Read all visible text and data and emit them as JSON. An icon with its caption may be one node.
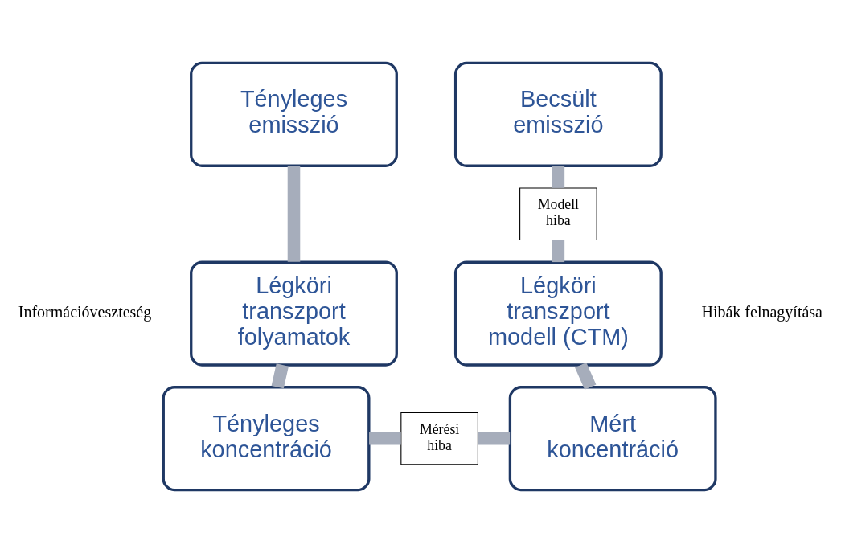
{
  "diagram": {
    "nodes": [
      {
        "text": [
          "Tényleges emisszió"
        ]
      },
      {
        "text": [
          "Becsült emisszió"
        ]
      },
      {
        "text": [
          "Modell hiba"
        ]
      },
      {
        "text": [
          "Légköri transzport folyamatok"
        ]
      },
      {
        "text": [
          "Légköri transzport modell (CTM)"
        ]
      },
      {
        "text": [
          "Mérési hiba"
        ]
      },
      {
        "text": [
          "Tényleges koncentráció"
        ]
      },
      {
        "text": [
          "Mért koncentráció"
        ]
      }
    ],
    "edges": [
      {
        "from": 0,
        "to": 3,
        "arrow": "none"
      },
      {
        "from": 3,
        "to": 6,
        "arrow": "none"
      },
      {
        "from": 1,
        "to": 2,
        "arrow": "none"
      },
      {
        "from": 2,
        "to": 4,
        "arrow": "none"
      },
      {
        "from": 4,
        "to": 7,
        "arrow": "none"
      },
      {
        "from": 6,
        "to": 5,
        "arrow": "none"
      },
      {
        "from": 5,
        "to": 7,
        "arrow": "none"
      }
    ],
    "labels": [
      "Információveszteség",
      "Hibák felnagyítása"
    ]
  }
}
